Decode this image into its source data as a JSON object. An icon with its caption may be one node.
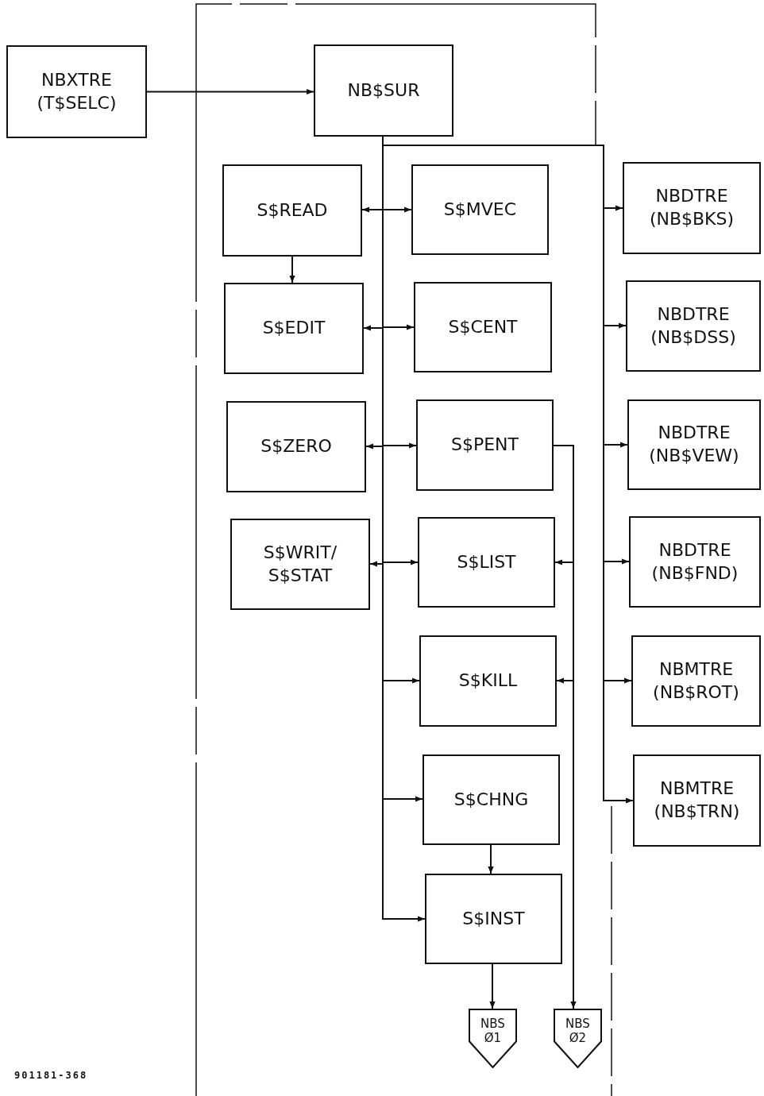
{
  "diagram": {
    "nodes": [
      {
        "text": [
          "NBXTRE (T$SELC)"
        ]
      },
      {
        "text": [
          "NB$SUR"
        ]
      },
      {
        "text": [
          "S$READ"
        ]
      },
      {
        "text": [
          "S$MVEC"
        ]
      },
      {
        "text": [
          "S$EDIT"
        ]
      },
      {
        "text": [
          "S$CENT"
        ]
      },
      {
        "text": [
          "S$ZERO"
        ]
      },
      {
        "text": [
          "S$PENT"
        ]
      },
      {
        "text": [
          "S$WRIT/ S$STAT"
        ]
      },
      {
        "text": [
          "S$LIST"
        ]
      },
      {
        "text": [
          "S$KILL"
        ]
      },
      {
        "text": [
          "S$CHNG"
        ]
      },
      {
        "text": [
          "S$INST"
        ]
      },
      {
        "text": [
          "NBS Ø1"
        ]
      },
      {
        "text": [
          "NBS Ø2"
        ]
      },
      {
        "text": [
          "NBDTRE (NB$BKS)"
        ]
      },
      {
        "text": [
          "NBDTRE (NB$DSS)"
        ]
      },
      {
        "text": [
          "NBDTRE (NB$VEW)"
        ]
      },
      {
        "text": [
          "NBDTRE (NB$FND)"
        ]
      },
      {
        "text": [
          "NBMTRE (NB$ROT)"
        ]
      },
      {
        "text": [
          "NBMTRE (NB$TRN)"
        ]
      }
    ],
    "edges": [
      {
        "from": 0,
        "to": 1,
        "arrow": "to"
      },
      {
        "from": 1,
        "to": 2,
        "arrow": "to"
      },
      {
        "from": 1,
        "to": 3,
        "arrow": "to"
      },
      {
        "from": 1,
        "to": 4,
        "arrow": "to"
      },
      {
        "from": 1,
        "to": 5,
        "arrow": "to"
      },
      {
        "from": 1,
        "to": 6,
        "arrow": "to"
      },
      {
        "from": 1,
        "to": 7,
        "arrow": "to"
      },
      {
        "from": 1,
        "to": 8,
        "arrow": "to"
      },
      {
        "from": 1,
        "to": 9,
        "arrow": "to"
      },
      {
        "from": 1,
        "to": 10,
        "arrow": "to"
      },
      {
        "from": 1,
        "to": 11,
        "arrow": "to"
      },
      {
        "from": 1,
        "to": 12,
        "arrow": "to"
      },
      {
        "from": 1,
        "to": 15,
        "arrow": "to"
      },
      {
        "from": 1,
        "to": 16,
        "arrow": "to"
      },
      {
        "from": 1,
        "to": 17,
        "arrow": "to"
      },
      {
        "from": 1,
        "to": 18,
        "arrow": "to"
      },
      {
        "from": 1,
        "to": 19,
        "arrow": "to"
      },
      {
        "from": 1,
        "to": 20,
        "arrow": "to"
      },
      {
        "from": 2,
        "to": 4,
        "arrow": "to"
      },
      {
        "from": 11,
        "to": 12,
        "arrow": "to"
      },
      {
        "from": 12,
        "to": 13,
        "arrow": "to"
      },
      {
        "from": 7,
        "to": 9,
        "arrow": "to"
      },
      {
        "from": 7,
        "to": 10,
        "arrow": "to"
      },
      {
        "from": 7,
        "to": 14,
        "arrow": "to"
      }
    ],
    "labels": [
      "901181-368"
    ]
  }
}
